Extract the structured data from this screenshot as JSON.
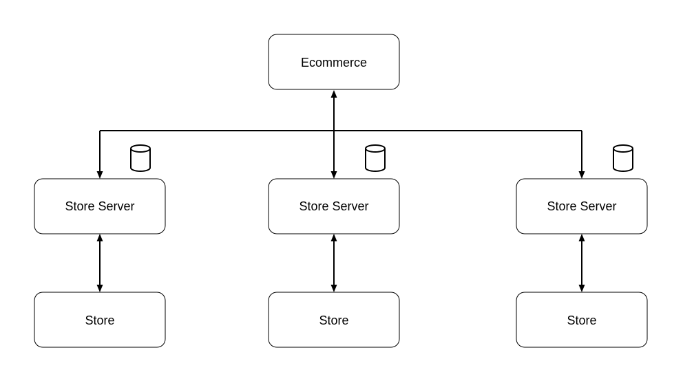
{
  "diagram": {
    "nodes": {
      "ecommerce": {
        "label": "Ecommerce"
      },
      "server_left": {
        "label": "Store Server"
      },
      "server_mid": {
        "label": "Store Server"
      },
      "server_right": {
        "label": "Store Server"
      },
      "store_left": {
        "label": "Store"
      },
      "store_mid": {
        "label": "Store"
      },
      "store_right": {
        "label": "Store"
      }
    },
    "icons": {
      "server_left_db": "database-icon",
      "server_mid_db": "database-icon",
      "server_right_db": "database-icon"
    }
  }
}
